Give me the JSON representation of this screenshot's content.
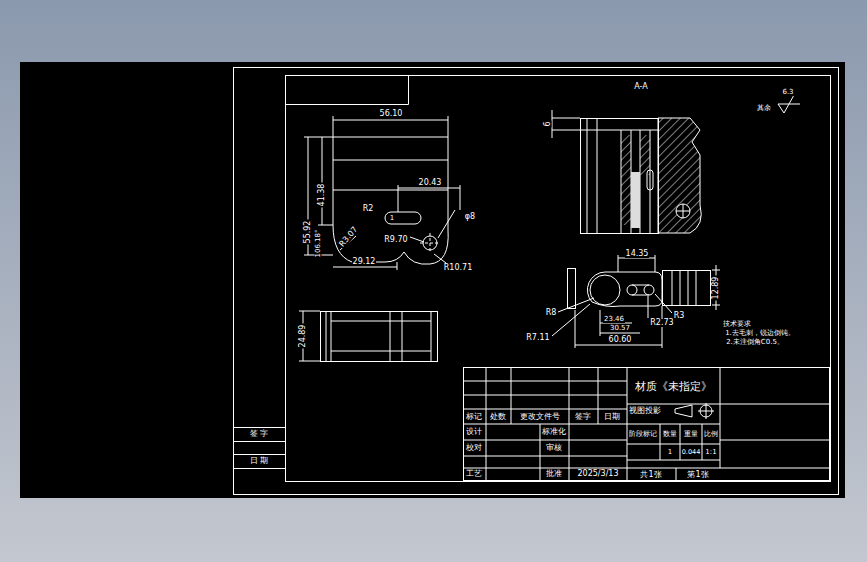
{
  "diagram": {
    "labels": [
      "A-A",
      "6.3",
      "其余",
      "56.10",
      "41.38",
      "55.92",
      "20.43",
      "R2",
      "1",
      "φ8",
      "R9.70",
      "R3.07",
      "106.18°",
      "29.12",
      "R10.71",
      "24.89",
      "6",
      "14.35",
      "12.89",
      "R8",
      "R7.11",
      "23.46",
      "30.57",
      "60.60",
      "R2.73",
      "R3",
      "技术要求",
      "1.去毛刺，锐边倒钝。",
      "2.未注倒角C0.5。",
      "材质《未指定》",
      "标记",
      "处数",
      "更改文件号",
      "签字",
      "日期",
      "视图投影",
      "阶段标记",
      "数量",
      "重量",
      "比例",
      "1",
      "0.044",
      "1:1",
      "设计",
      "标准化",
      "校对",
      "审核",
      "工艺",
      "批准",
      "2025/3/13",
      "共1张",
      "第1张",
      "签 字",
      "日 期"
    ]
  }
}
